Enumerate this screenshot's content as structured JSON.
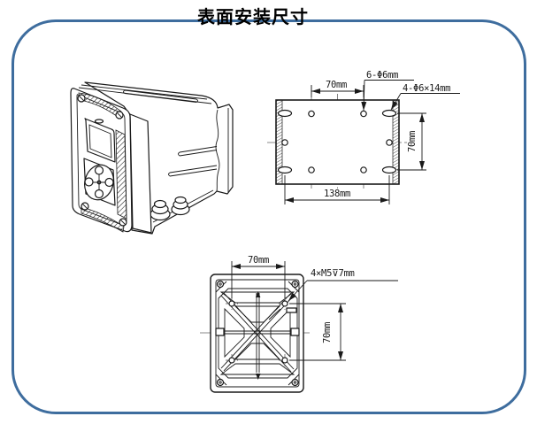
{
  "header": {
    "title": "表面安装尺寸"
  },
  "plate_view": {
    "dim_top": "70mm",
    "callout_round_holes": "6-Φ6mm",
    "callout_slot_holes": "4-Φ6×14mm",
    "dim_right": "70mm",
    "dim_bottom": "138mm"
  },
  "back_view": {
    "dim_top": "70mm",
    "callout_tapped_holes": "4×M5⊽7mm",
    "dim_right": "70mm"
  },
  "colors": {
    "frame_border": "#3e6d9e",
    "drawing_line": "#1a1a1a",
    "centerline": "#8a8a8a"
  }
}
